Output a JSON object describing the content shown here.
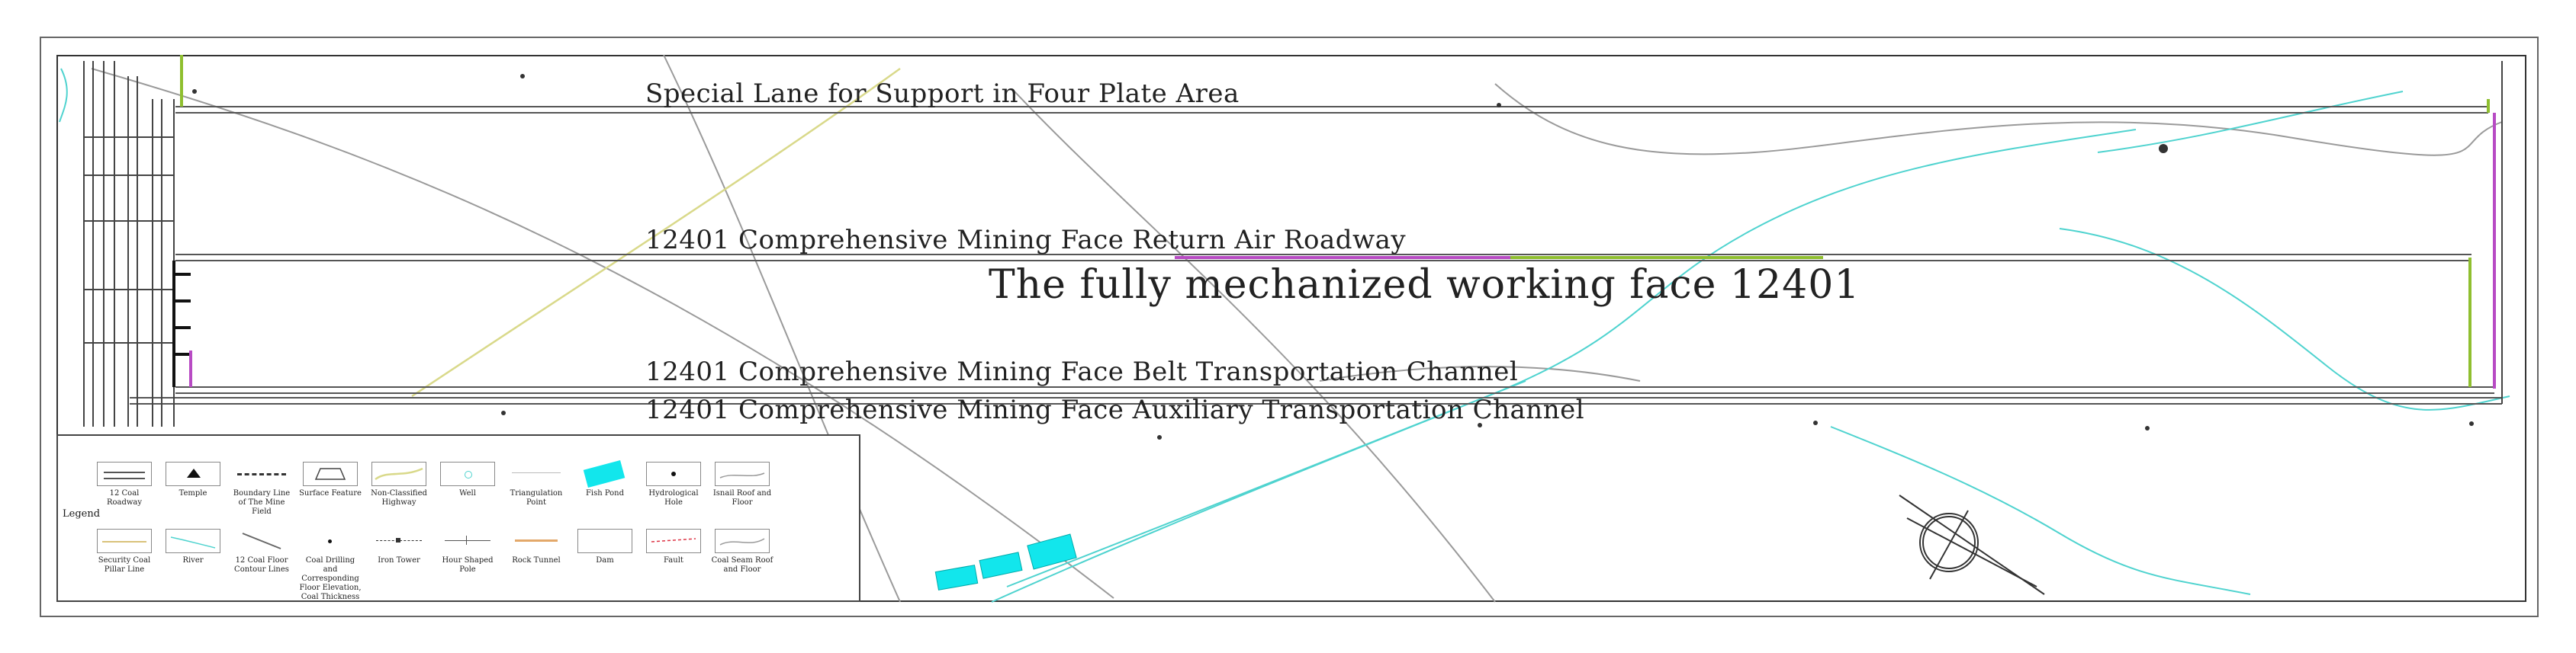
{
  "map": {
    "road_labels": {
      "special_lane": "Special Lane for Support in Four Plate Area",
      "return_air": "12401 Comprehensive Mining Face Return Air Roadway",
      "belt": "12401 Comprehensive Mining Face Belt Transportation Channel",
      "auxiliary": "12401 Comprehensive Mining Face Auxiliary Transportation Channel"
    },
    "working_face_label": "The fully mechanized working face 12401"
  },
  "legend": {
    "title": "Legend",
    "items": [
      {
        "label": "12 Coal Roadway",
        "symbol": "double-line-icon"
      },
      {
        "label": "Temple",
        "symbol": "temple-icon"
      },
      {
        "label": "Boundary Line of The Mine Field",
        "symbol": "dashed-boundary-icon"
      },
      {
        "label": "Surface Feature",
        "symbol": "trapezoid-icon"
      },
      {
        "label": "Non-Classified Highway",
        "symbol": "highway-icon"
      },
      {
        "label": "Well",
        "symbol": "well-icon"
      },
      {
        "label": "Triangulation Point",
        "symbol": "triangulation-icon"
      },
      {
        "label": "Fish Pond",
        "symbol": "fish-pond-icon"
      },
      {
        "label": "Hydrological Hole",
        "symbol": "hydrological-hole-icon"
      },
      {
        "label": "Isnail Roof and Floor",
        "symbol": "roof-floor-icon"
      },
      {
        "label": "Security Coal Pillar Line",
        "symbol": "pillar-line-icon"
      },
      {
        "label": "River",
        "symbol": "river-icon"
      },
      {
        "label": "12 Coal Floor Contour Lines",
        "symbol": "contour-icon"
      },
      {
        "label": "Coal Drilling and Corresponding Floor Elevation, Coal Thickness",
        "symbol": "drill-hole-icon"
      },
      {
        "label": "Iron Tower",
        "symbol": "iron-tower-icon"
      },
      {
        "label": "Hour Shaped Pole",
        "symbol": "pole-icon"
      },
      {
        "label": "Rock Tunnel",
        "symbol": "rock-tunnel-icon"
      },
      {
        "label": "Dam",
        "symbol": "dam-icon"
      },
      {
        "label": "Fault",
        "symbol": "fault-icon"
      },
      {
        "label": "Coal Seam Roof and Floor",
        "symbol": "seam-roof-floor-icon"
      }
    ]
  },
  "colors": {
    "road": "#555555",
    "river": "#4fd3cf",
    "fish_pond": "#12e6ec",
    "highway": "#d9d98a",
    "contour": "#9a9a9a",
    "face_magenta": "#b84bc4",
    "face_green": "#8fbf2f"
  }
}
